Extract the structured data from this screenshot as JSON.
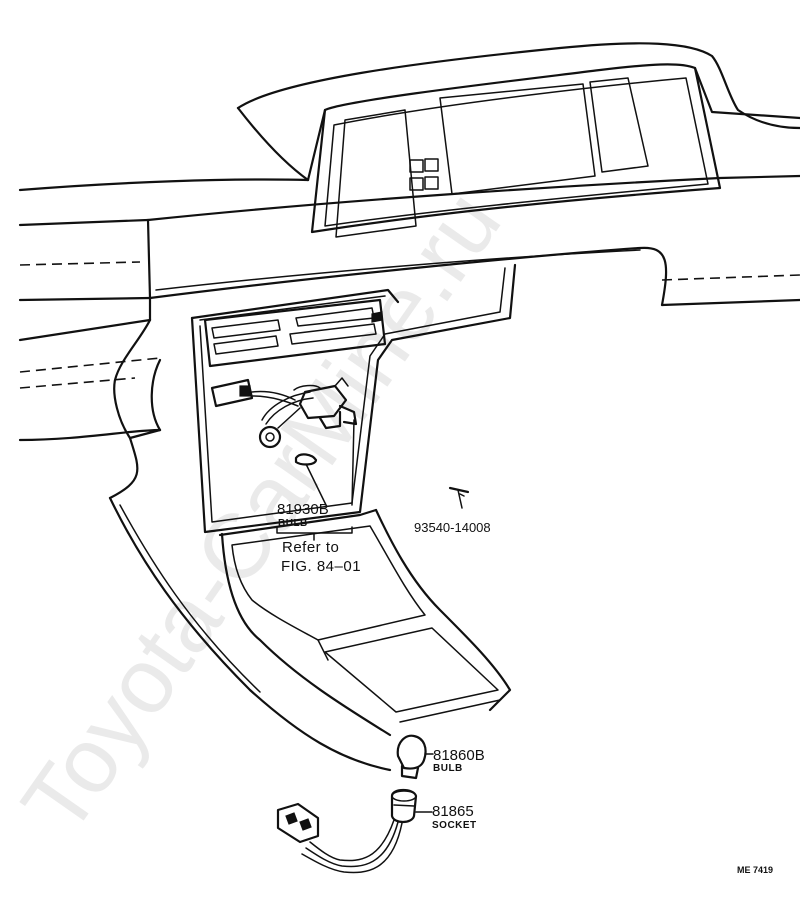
{
  "watermark": "Toyota-CarMine.ru",
  "callouts": {
    "bulb_81930b": {
      "part_no": "81930B",
      "name": "BULB"
    },
    "reference": {
      "line1": "Refer to",
      "line2": "FIG. 84–01"
    },
    "screw": {
      "part_no": "93540-14008"
    },
    "bulb_81860b": {
      "part_no": "81860B",
      "name": "BULB"
    },
    "socket": {
      "part_no": "81865",
      "name": "SOCKET"
    }
  },
  "diagram_code": "ME 7419"
}
